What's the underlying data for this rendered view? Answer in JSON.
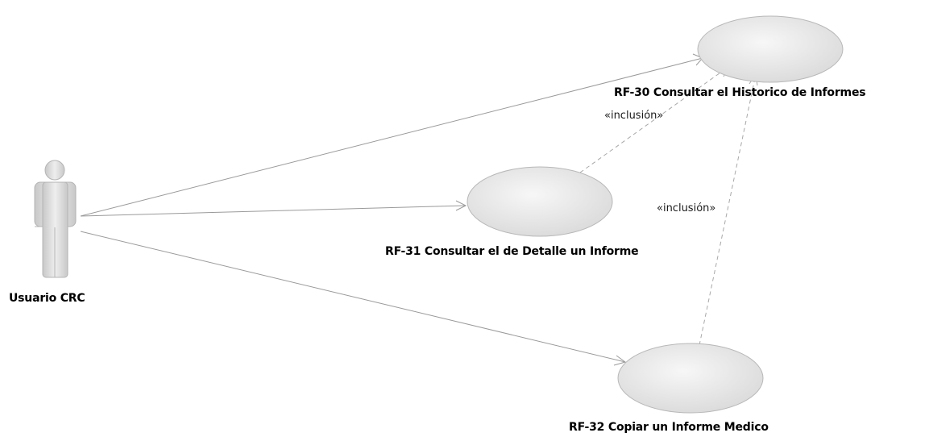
{
  "actor": {
    "name": "Usuario CRC"
  },
  "use_cases": {
    "uc30": {
      "label": "RF-30 Consultar el Historico de Informes"
    },
    "uc31": {
      "label": "RF-31 Consultar el de Detalle un Informe"
    },
    "uc32": {
      "label": "RF-32 Copiar un Informe Medico"
    }
  },
  "relations": {
    "include_31_30": "«inclusión»",
    "include_32_30": "«inclusión»"
  },
  "colors": {
    "ellipse_fill": "#e8e8e8",
    "ellipse_stroke": "#b8b8b8",
    "line": "#9a9a9a",
    "dashed_line": "#a8a8a8",
    "actor_fill": "#d4d4d4",
    "actor_stroke": "#b4b4b4"
  }
}
